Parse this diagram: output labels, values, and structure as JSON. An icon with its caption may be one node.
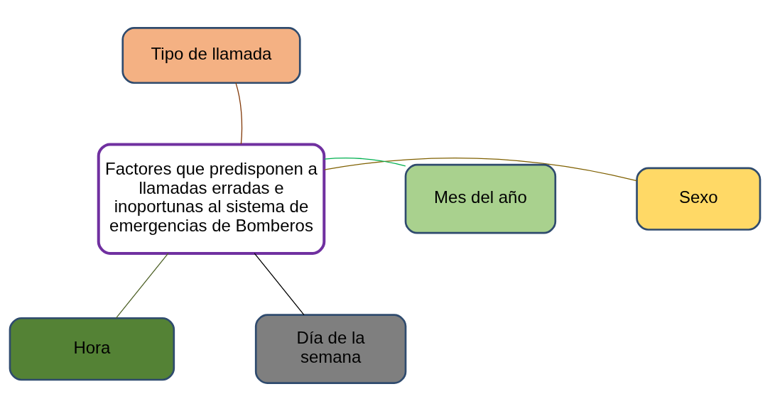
{
  "diagram": {
    "nodes": [
      {
        "text": [
          "Factores que predisponen a llamadas erradas e inoportunas al sistema de emergencias de Bomberos"
        ]
      },
      {
        "text": [
          "Tipo de llamada"
        ]
      },
      {
        "text": [
          "Sexo"
        ]
      },
      {
        "text": [
          "Mes del año"
        ]
      },
      {
        "text": [
          "Hora"
        ]
      },
      {
        "text": [
          "Día de la semana"
        ]
      }
    ],
    "edges": [
      {
        "from": 0,
        "to": 1,
        "arrow": "none",
        "color": "#843c0c"
      },
      {
        "from": 0,
        "to": 2,
        "arrow": "none",
        "color": "#7f6000"
      },
      {
        "from": 0,
        "to": 3,
        "arrow": "none",
        "color": "#00b050"
      },
      {
        "from": 0,
        "to": 4,
        "arrow": "none",
        "color": "#4f6228"
      },
      {
        "from": 0,
        "to": 5,
        "arrow": "none",
        "color": "#000000"
      }
    ]
  }
}
